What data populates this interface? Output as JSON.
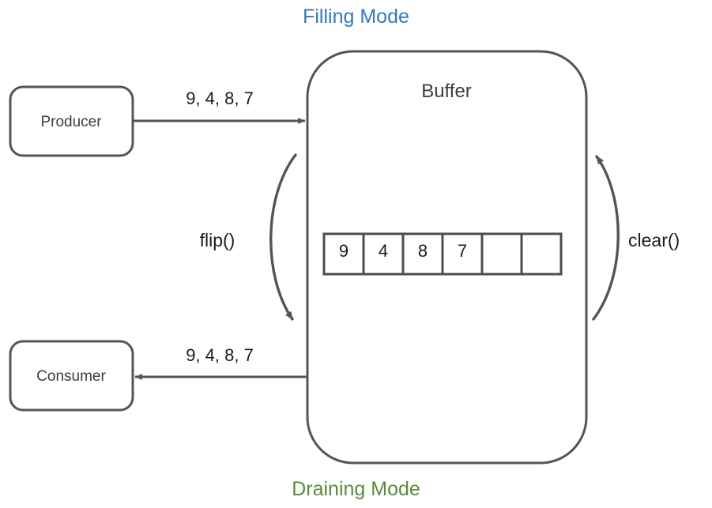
{
  "diagram": {
    "title_top": "Filling Mode",
    "title_bottom": "Draining Mode",
    "colors": {
      "filling_mode": "#3579b8",
      "draining_mode": "#5a8a3c",
      "stroke": "#555555",
      "cell_stroke": "#4d4d4d",
      "text": "#3d3d42"
    },
    "nodes": {
      "producer": "Producer",
      "consumer": "Consumer",
      "buffer": "Buffer"
    },
    "edges": {
      "producer_to_buffer": "9, 4, 8, 7",
      "buffer_to_consumer": "9, 4, 8, 7",
      "flip": "flip()",
      "clear": "clear()"
    },
    "buffer_cells": [
      {
        "value": "9"
      },
      {
        "value": "4"
      },
      {
        "value": "8"
      },
      {
        "value": "7"
      },
      {
        "value": ""
      },
      {
        "value": ""
      }
    ]
  }
}
